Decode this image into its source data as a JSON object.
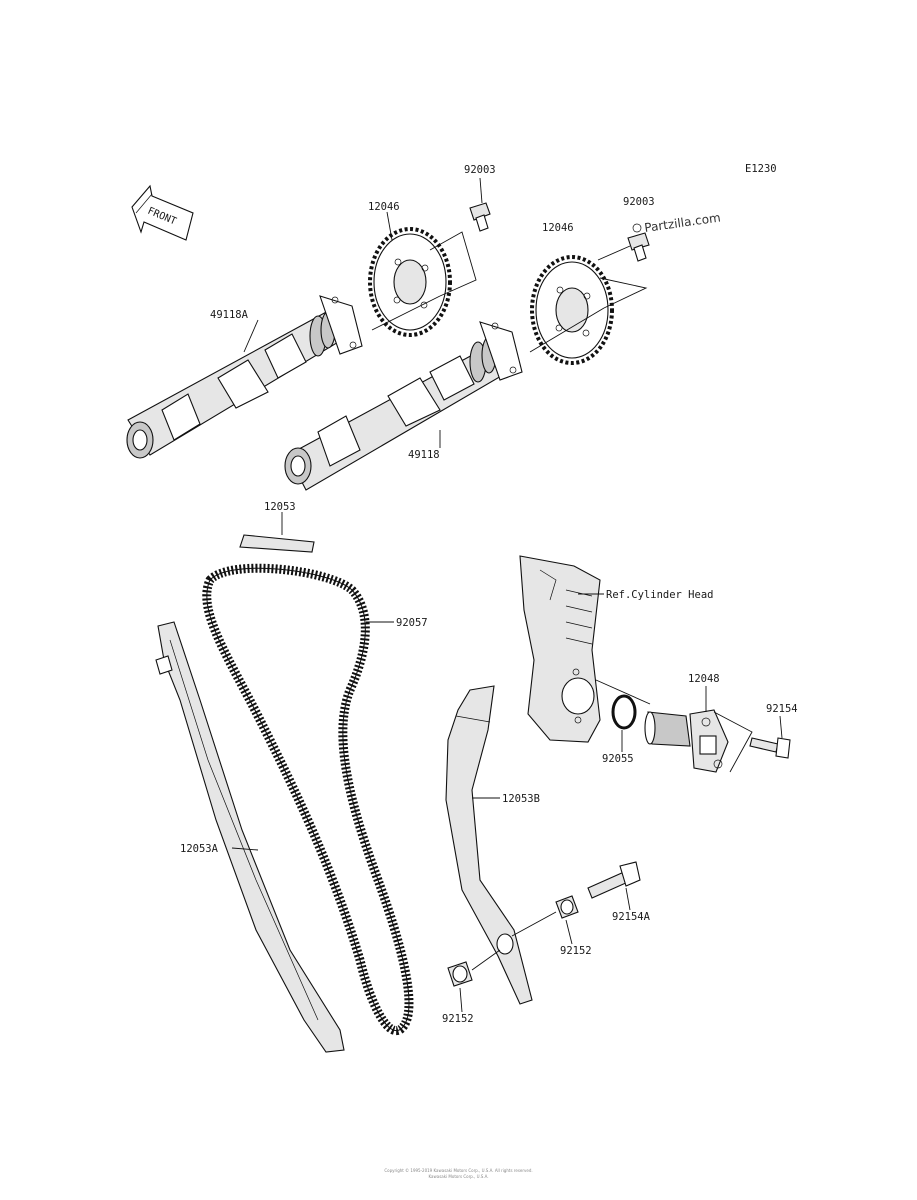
{
  "diagram": {
    "code": "E1230",
    "watermark": "Partzilla.com",
    "front_label": "FRONT",
    "parts": {
      "bolt_a": "92003",
      "bolt_b": "92003",
      "sprocket_a": "12046",
      "sprocket_b": "12046",
      "camshaft_a": "49118A",
      "camshaft_b": "49118",
      "guide": "12053",
      "chain": "92057",
      "cylinder_head": "Ref.Cylinder Head",
      "tensioner": "12048",
      "tensioner_bolt": "92154",
      "o_ring": "92055",
      "tensioner_guide": "12053B",
      "guide_a": "12053A",
      "pivot_bolt": "92154A",
      "collar_a": "92152",
      "collar_b": "92152"
    },
    "footer": [
      "Copyright © 1995-2019 Kawasaki Motors Corp., U.S.A. All rights reserved.",
      "Kawasaki Motors Corp., U.S.A."
    ]
  }
}
